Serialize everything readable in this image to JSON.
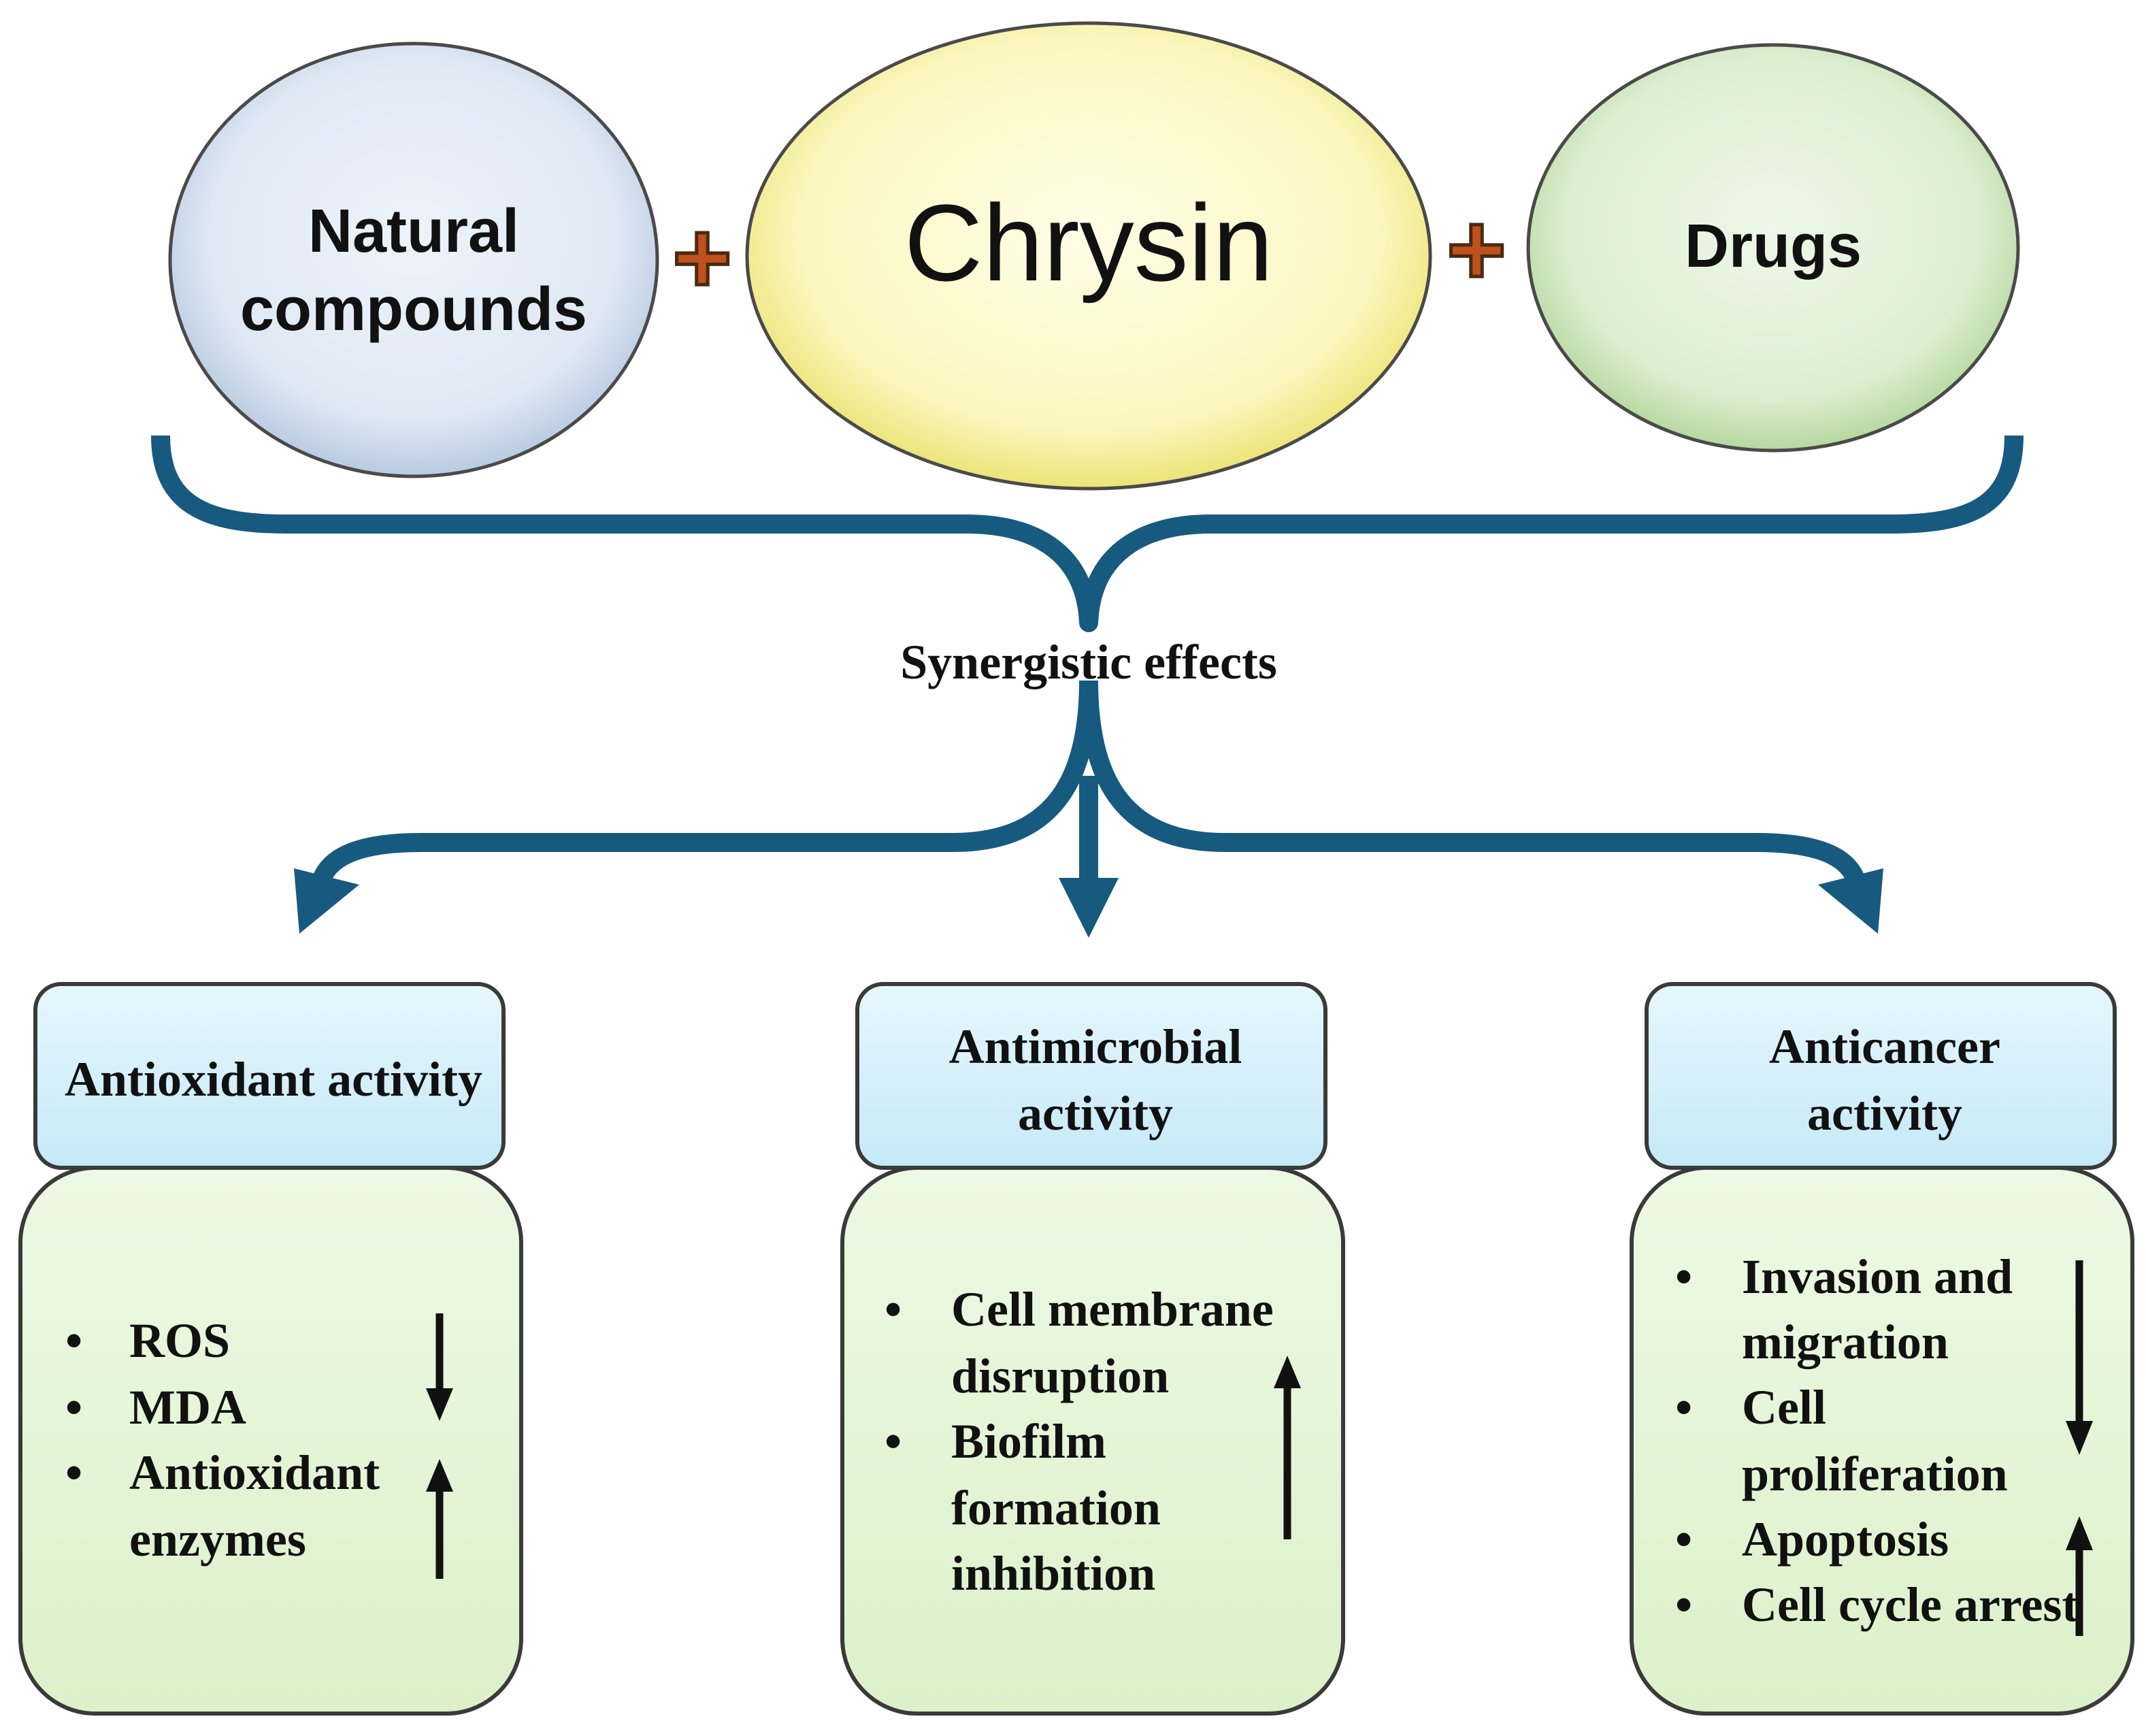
{
  "top": {
    "left_label": [
      "Natural",
      "compounds"
    ],
    "center_label": "Chrysin",
    "right_label": "Drugs",
    "plus_symbol": "+"
  },
  "synergy_label": "Synergistic effects",
  "panels": [
    {
      "title": [
        "Antioxidant activity"
      ],
      "items": [
        {
          "lines": [
            "ROS"
          ]
        },
        {
          "lines": [
            "MDA"
          ]
        },
        {
          "lines": [
            "Antioxidant",
            "enzymes"
          ]
        }
      ],
      "arrows": [
        "decrease",
        "increase"
      ]
    },
    {
      "title": [
        "Antimicrobial",
        "activity"
      ],
      "items": [
        {
          "lines": [
            "Cell membrane",
            "disruption"
          ]
        },
        {
          "lines": [
            "Biofilm",
            "formation",
            "inhibition"
          ]
        }
      ],
      "arrows": [
        "increase"
      ]
    },
    {
      "title": [
        "Anticancer",
        "activity"
      ],
      "items": [
        {
          "lines": [
            "Invasion and",
            "migration"
          ]
        },
        {
          "lines": [
            "Cell",
            "proliferation"
          ]
        },
        {
          "lines": [
            "Apoptosis"
          ]
        },
        {
          "lines": [
            "Cell cycle arrest"
          ]
        }
      ],
      "arrows": [
        "decrease",
        "increase"
      ]
    }
  ],
  "colors": {
    "connector": "#175a80",
    "plus": "#c0501c",
    "left_ellipse": "#dfe8f4",
    "center_ellipse": "#fbf7c0",
    "right_ellipse": "#ddeed2",
    "panel_header": "#d4f0fb",
    "panel_body": "#e5f6d8"
  }
}
